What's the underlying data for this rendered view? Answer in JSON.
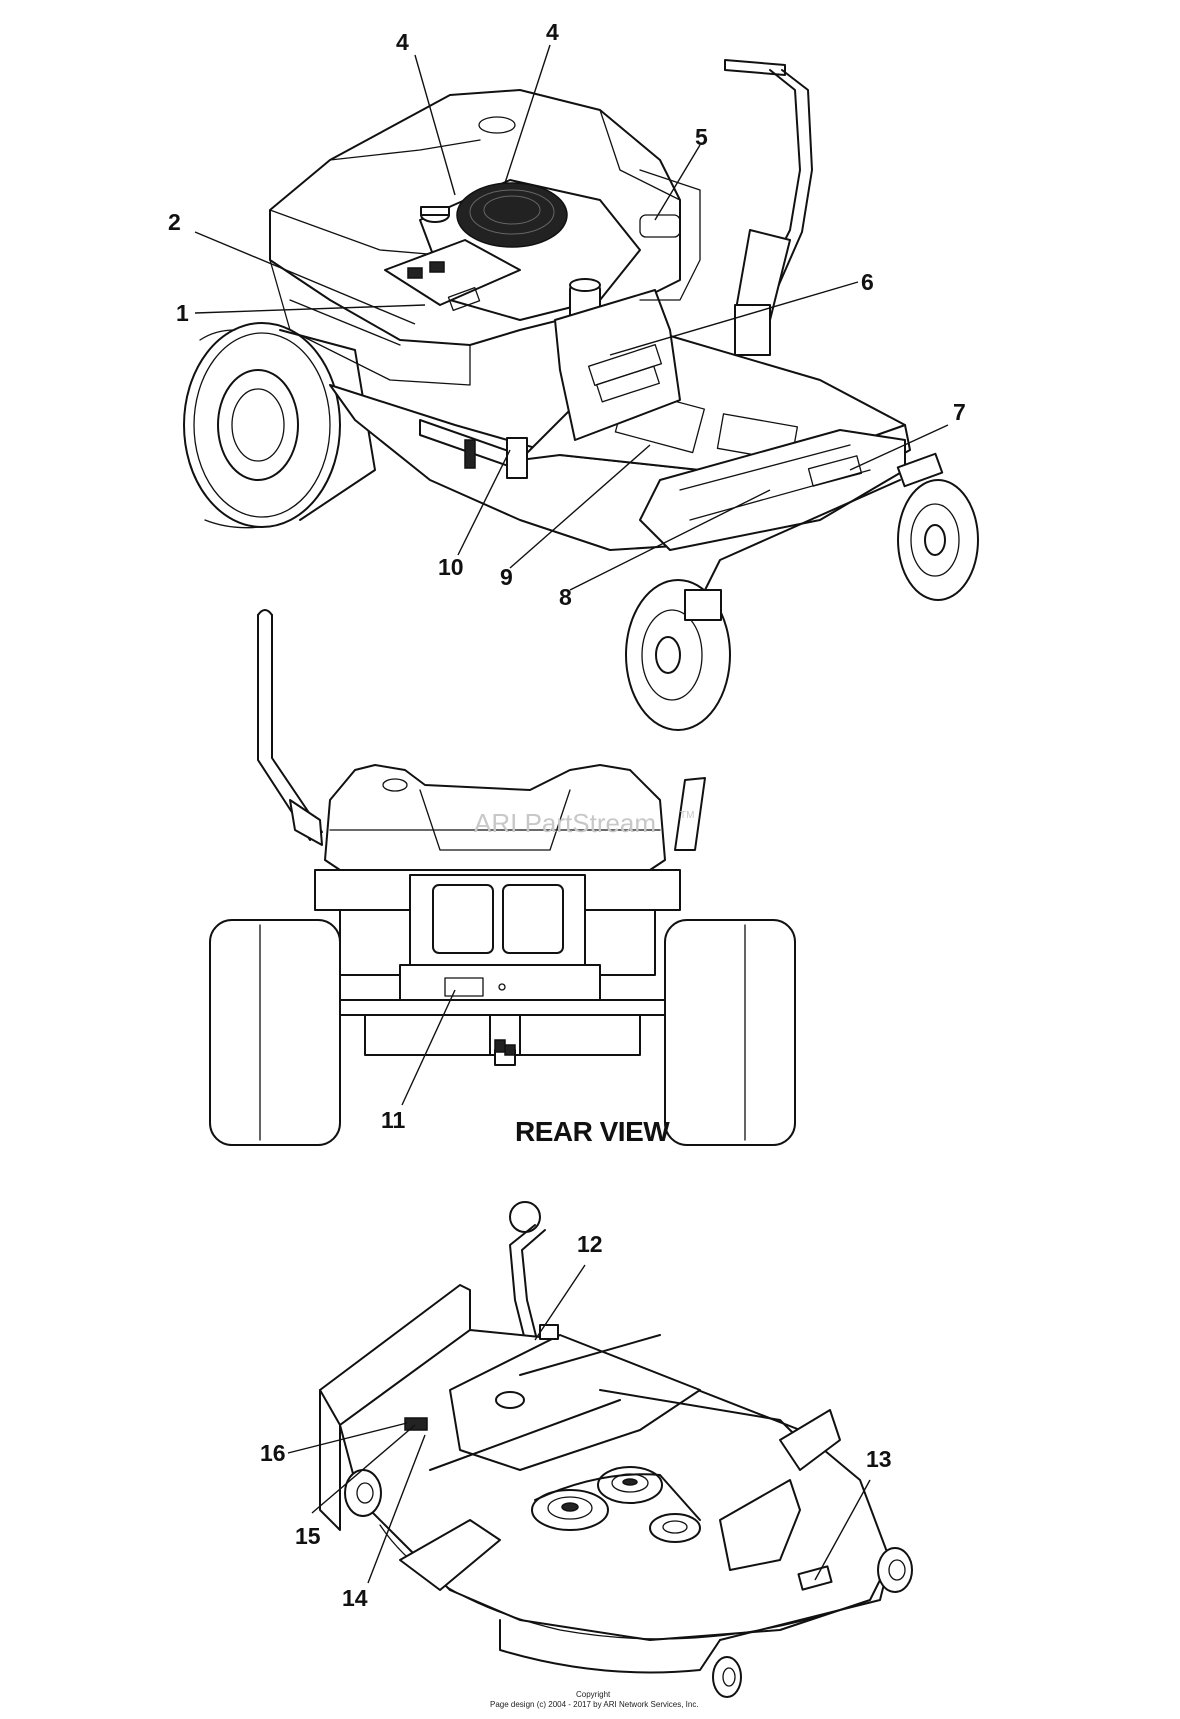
{
  "callouts": {
    "c1": "1",
    "c2": "2",
    "c4a": "4",
    "c4b": "4",
    "c5": "5",
    "c6": "6",
    "c7": "7",
    "c8": "8",
    "c9": "9",
    "c10": "10",
    "c11": "11",
    "c12": "12",
    "c13": "13",
    "c14": "14",
    "c15": "15",
    "c16": "16"
  },
  "views": {
    "rear_view_label": "REAR VIEW"
  },
  "watermark": {
    "text": "ARI PartStream",
    "tm": "TM"
  },
  "footer": {
    "copyright_label": "Copyright",
    "page_design": "Page design (c) 2004 - 2017 by ARI Network Services, Inc."
  }
}
